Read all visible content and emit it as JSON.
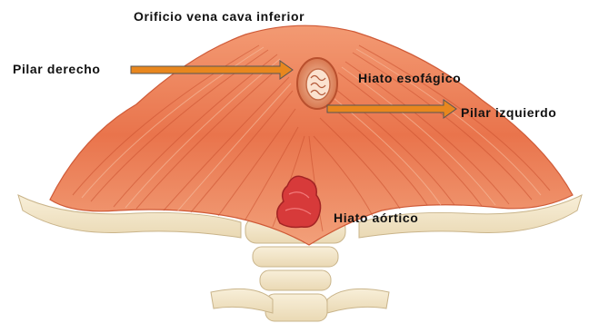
{
  "figure": {
    "labels": {
      "vena_cava": "Orificio vena cava inferior",
      "pilar_derecho": "Pilar derecho",
      "hiato_esofagico": "Hiato esofágico",
      "pilar_izquierdo": "Pilar izquierdo",
      "hiato_aortico": "Hiato aórtico"
    },
    "colors": {
      "muscle": "#e9744c",
      "muscle_dark": "#c94f2e",
      "muscle_light": "#f7b08d",
      "tendon": "#f4e6c8",
      "aorta": "#d73a3a",
      "arrow_fill": "#e8871e",
      "arrow_stroke": "#555555"
    }
  }
}
